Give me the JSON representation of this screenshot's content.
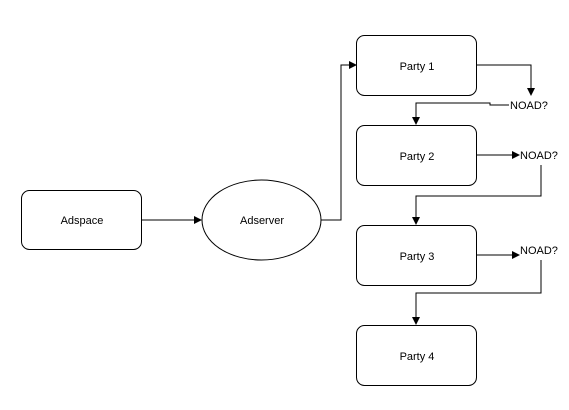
{
  "nodes": {
    "adspace": {
      "label": "Adspace"
    },
    "adserver": {
      "label": "Adserver"
    },
    "party1": {
      "label": "Party 1"
    },
    "party2": {
      "label": "Party 2"
    },
    "party3": {
      "label": "Party 3"
    },
    "party4": {
      "label": "Party 4"
    }
  },
  "decisions": {
    "noad1": {
      "label": "NOAD?"
    },
    "noad2": {
      "label": "NOAD?"
    },
    "noad3": {
      "label": "NOAD?"
    }
  },
  "colors": {
    "stroke": "#000000",
    "fill": "#ffffff",
    "background": "#ffffff"
  }
}
